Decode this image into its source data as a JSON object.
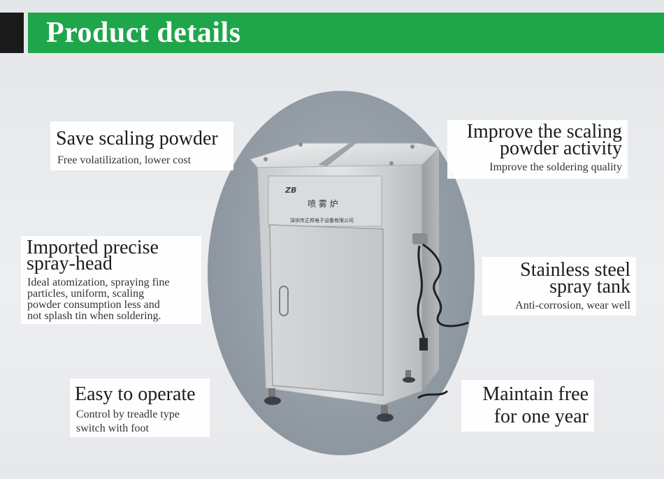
{
  "header": {
    "title": "Product details"
  },
  "colors": {
    "header_green": "#1fa54a",
    "header_black": "#1a1a1a"
  },
  "machine": {
    "brand": "ZB",
    "label_cn": "喷 雾 炉",
    "company_cn": "深圳市正邦电子设备有限公司"
  },
  "features": {
    "save_powder": {
      "title": "Save scaling powder",
      "subtitle": "Free volatilization, lower cost"
    },
    "improve_activity": {
      "title_line1": "Improve the scaling",
      "title_line2": "powder activity",
      "subtitle": "Improve the soldering quality"
    },
    "spray_head": {
      "title_line1": "Imported precise",
      "title_line2": "spray-head",
      "desc_line1": "Ideal atomization, spraying fine",
      "desc_line2": "particles, uniform, scaling",
      "desc_line3": "powder consumption less and",
      "desc_line4": "not splash tin when soldering."
    },
    "steel_tank": {
      "title_line1": "Stainless steel",
      "title_line2": "spray tank",
      "subtitle": "Anti-corrosion, wear well"
    },
    "easy_operate": {
      "title": "Easy to operate",
      "desc_line1": "Control by treadle type",
      "desc_line2": "switch with foot"
    },
    "maintain_free": {
      "title_line1": "Maintain free",
      "title_line2": "for one year"
    }
  }
}
